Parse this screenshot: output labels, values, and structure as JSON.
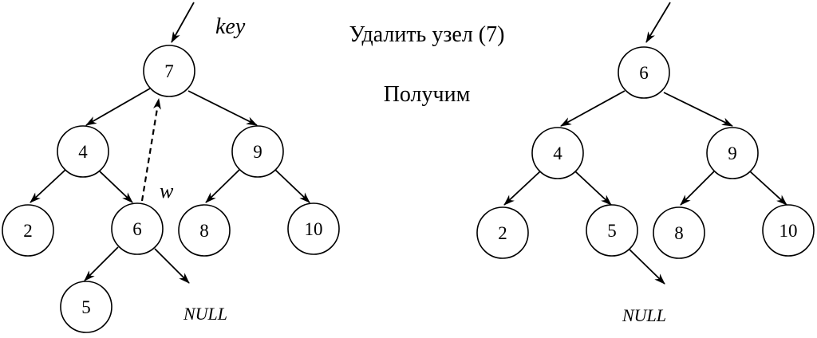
{
  "captions": {
    "delete": "Удалить узел (7)",
    "result": "Получим",
    "key": "key",
    "w": "w",
    "null_left": "NULL",
    "null_right": "NULL"
  },
  "before_tree": {
    "nodes": [
      {
        "id": "b7",
        "label": "7"
      },
      {
        "id": "b4",
        "label": "4"
      },
      {
        "id": "b9",
        "label": "9"
      },
      {
        "id": "b2",
        "label": "2"
      },
      {
        "id": "b6",
        "label": "6"
      },
      {
        "id": "b8",
        "label": "8"
      },
      {
        "id": "b10",
        "label": "10"
      },
      {
        "id": "b5",
        "label": "5"
      }
    ]
  },
  "after_tree": {
    "nodes": [
      {
        "id": "a6",
        "label": "6"
      },
      {
        "id": "a4",
        "label": "4"
      },
      {
        "id": "a9",
        "label": "9"
      },
      {
        "id": "a2",
        "label": "2"
      },
      {
        "id": "a5",
        "label": "5"
      },
      {
        "id": "a8",
        "label": "8"
      },
      {
        "id": "a10",
        "label": "10"
      }
    ]
  },
  "colors": {
    "stroke": "#000000",
    "background": "#ffffff"
  }
}
